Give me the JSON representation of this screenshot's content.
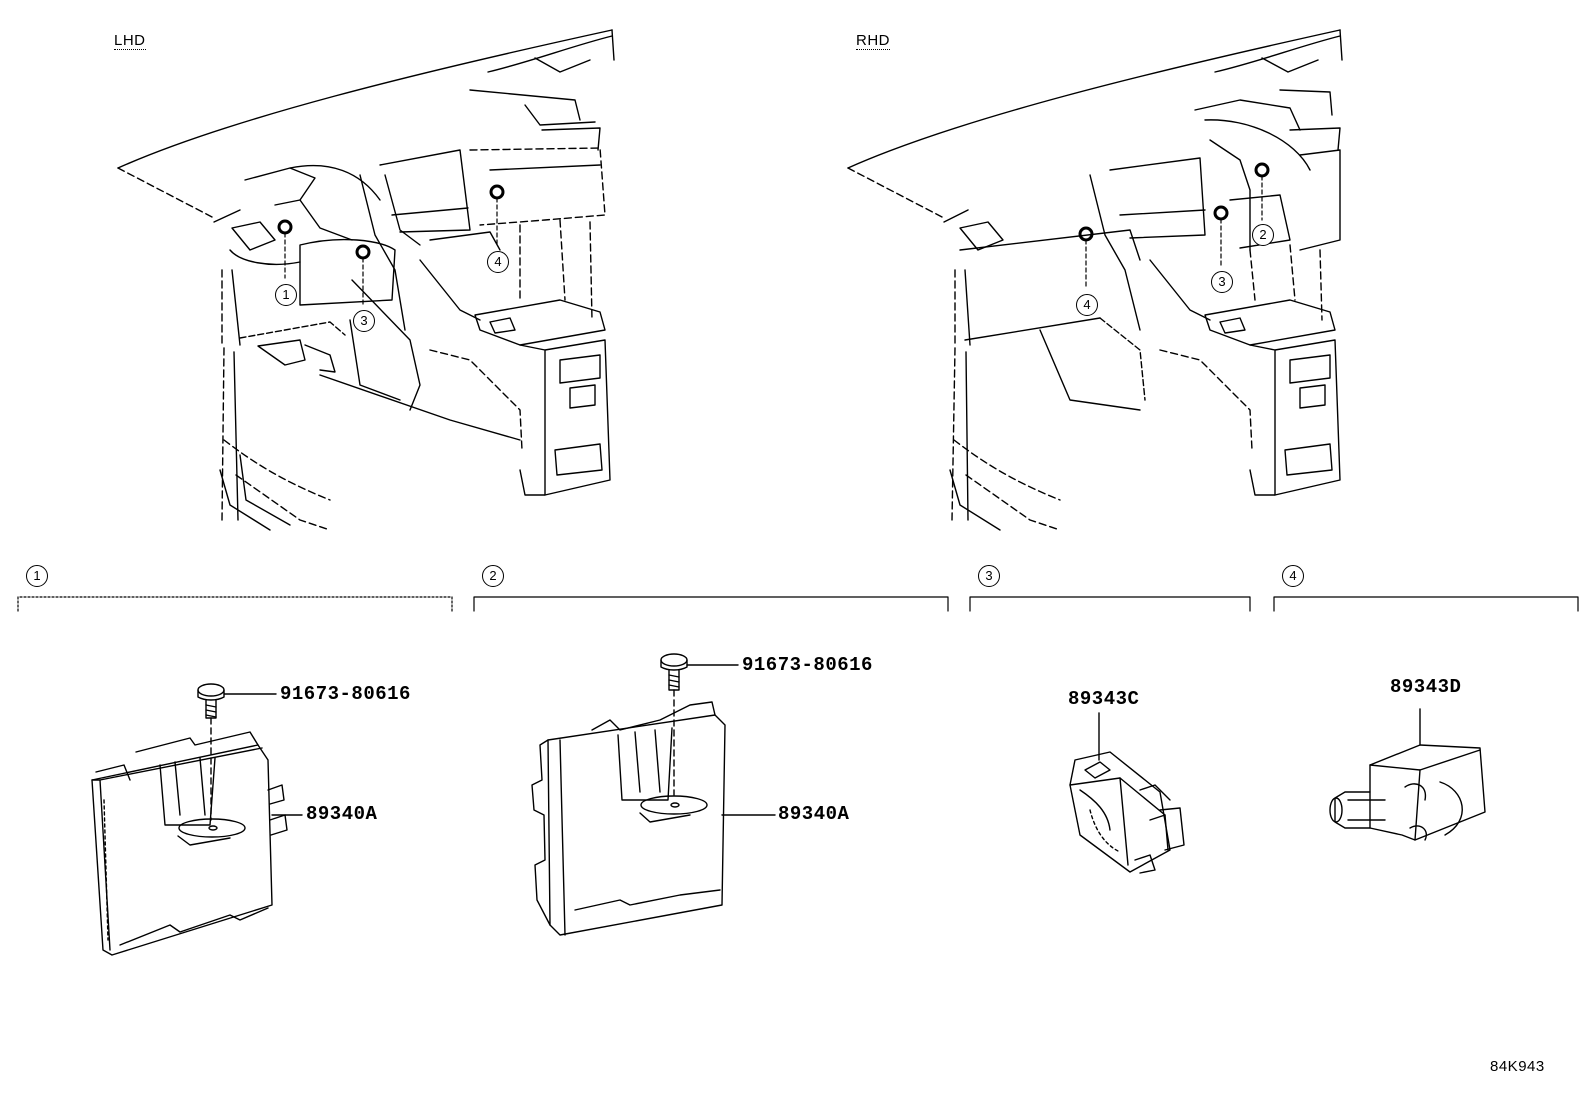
{
  "views": {
    "lhd_label": "LHD",
    "rhd_label": "RHD"
  },
  "lhd_callouts": [
    "1",
    "3",
    "4"
  ],
  "rhd_callouts": [
    "2",
    "3",
    "4"
  ],
  "sections": [
    {
      "number": "1",
      "part_numbers": [
        "91673-80616",
        "89340A"
      ]
    },
    {
      "number": "2",
      "part_numbers": [
        "91673-80616",
        "89340A"
      ]
    },
    {
      "number": "3",
      "part_numbers": [
        "89343C"
      ]
    },
    {
      "number": "4",
      "part_numbers": [
        "89343D"
      ]
    }
  ],
  "drawing_number": "84K943",
  "colors": {
    "line": "#000000",
    "background": "#ffffff"
  }
}
